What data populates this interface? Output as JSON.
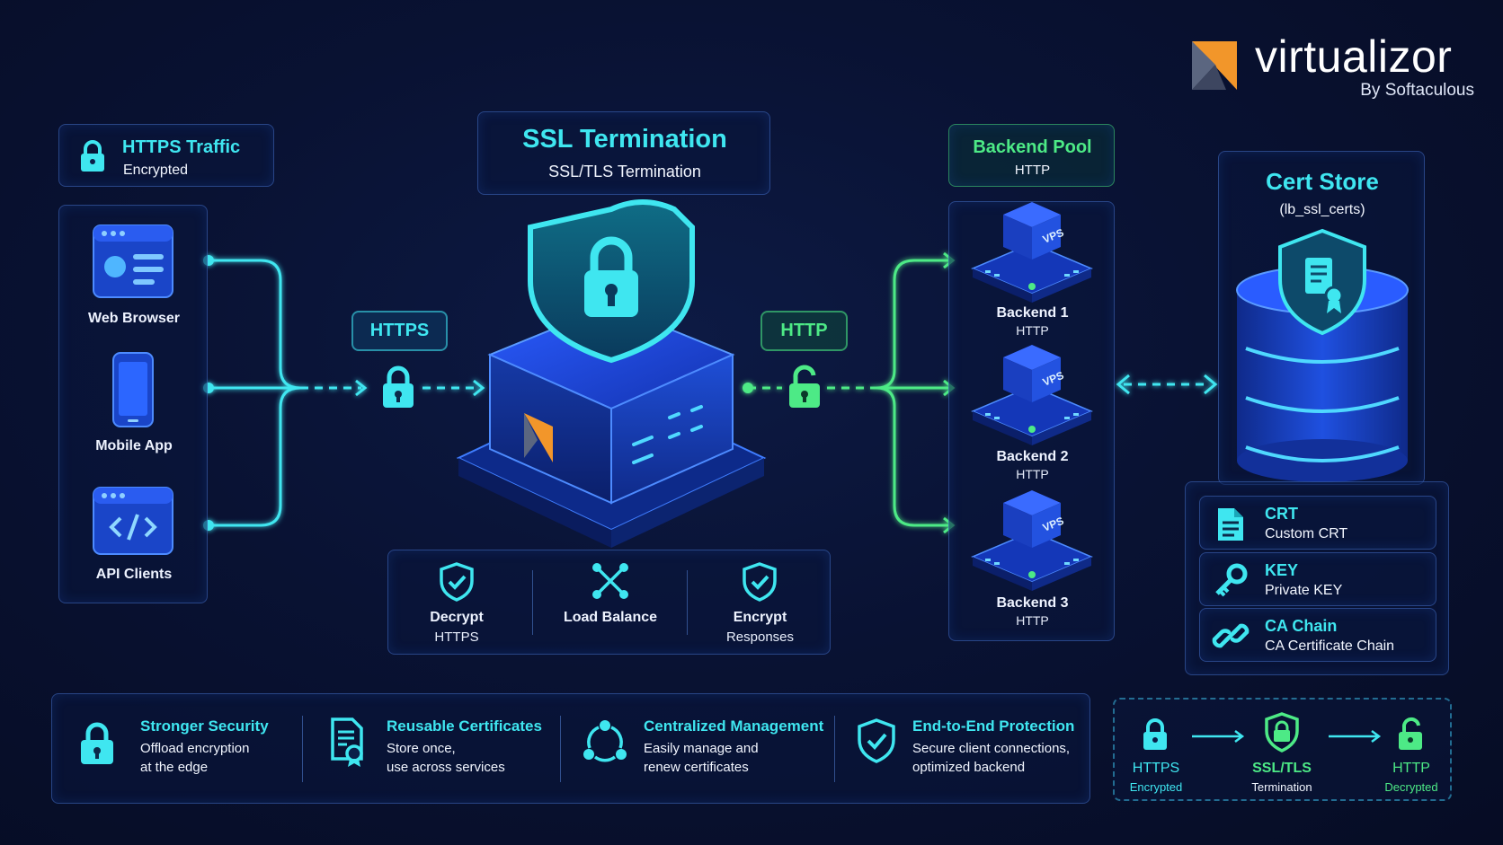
{
  "brand": {
    "name": "virtualizor",
    "by": "By Softaculous"
  },
  "https_traffic": {
    "title": "HTTPS Traffic",
    "subtitle": "Encrypted"
  },
  "clients": [
    {
      "label": "Web Browser",
      "icon": "web-browser-icon"
    },
    {
      "label": "Mobile App",
      "icon": "mobile-phone-icon"
    },
    {
      "label": "API Clients",
      "icon": "code-window-icon"
    }
  ],
  "ssl_header": {
    "title": "SSL Termination",
    "subtitle": "SSL/TLS Termination"
  },
  "https_pill": "HTTPS",
  "http_pill": "HTTP",
  "functions": [
    {
      "line1": "Decrypt",
      "line2": "HTTPS",
      "icon": "shield-check-icon"
    },
    {
      "line1": "Load Balance",
      "line2": "",
      "icon": "load-balance-icon"
    },
    {
      "line1": "Encrypt",
      "line2": "Responses",
      "icon": "shield-check-icon"
    }
  ],
  "backend_pool": {
    "title": "Backend Pool",
    "subtitle": "HTTP"
  },
  "backends": [
    {
      "name": "Backend 1",
      "proto": "HTTP",
      "tag": "VPS"
    },
    {
      "name": "Backend 2",
      "proto": "HTTP",
      "tag": "VPS"
    },
    {
      "name": "Backend 3",
      "proto": "HTTP",
      "tag": "VPS"
    }
  ],
  "cert_store": {
    "title": "Cert Store",
    "subtitle": "(lb_ssl_certs)",
    "items": [
      {
        "title": "CRT",
        "desc": "Custom CRT",
        "icon": "document-icon"
      },
      {
        "title": "KEY",
        "desc": "Private KEY",
        "icon": "key-icon"
      },
      {
        "title": "CA Chain",
        "desc": "CA Certificate Chain",
        "icon": "chain-link-icon"
      }
    ]
  },
  "benefits": [
    {
      "title": "Stronger Security",
      "line1": "Offload encryption",
      "line2": "at the edge",
      "icon": "lock-icon"
    },
    {
      "title": "Reusable Certificates",
      "line1": "Store once,",
      "line2": "use across services",
      "icon": "certificate-icon"
    },
    {
      "title": "Centralized Management",
      "line1": "Easily manage and",
      "line2": "renew certificates",
      "icon": "cycle-icon"
    },
    {
      "title": "End-to-End Protection",
      "line1": "Secure client connections,",
      "line2": "optimized backend",
      "icon": "shield-check-icon"
    }
  ],
  "legend": [
    {
      "title": "HTTPS",
      "sub": "Encrypted"
    },
    {
      "title": "SSL/TLS",
      "sub": "Termination"
    },
    {
      "title": "HTTP",
      "sub": "Decrypted"
    }
  ],
  "colors": {
    "cyan": "#3fe6f0",
    "green": "#4dea86",
    "blue": "#2f6bff",
    "background": "#091233"
  }
}
